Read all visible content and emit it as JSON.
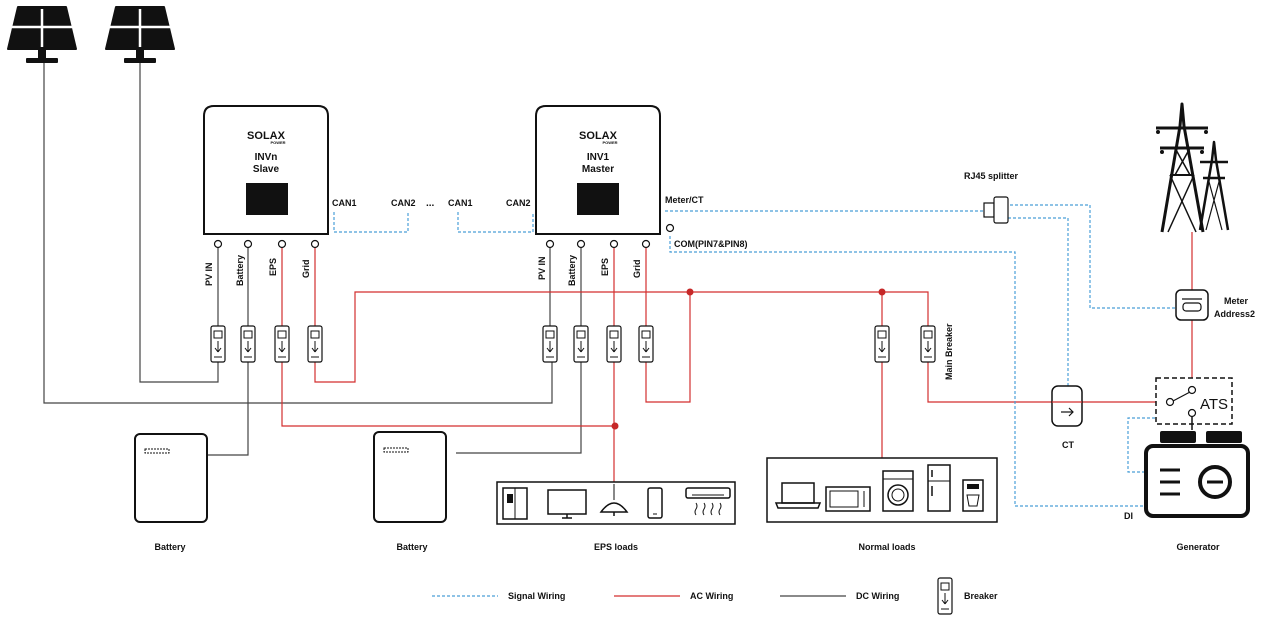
{
  "colors": {
    "ac": "#d32f2f",
    "dc": "#444444",
    "signal": "#4a9fd8"
  },
  "inverter_slave": {
    "brand": "SOLAX",
    "brand_sub": "POWER",
    "name": "INVn",
    "role": "Slave",
    "can1": "CAN1",
    "can2": "CAN2"
  },
  "inverter_master": {
    "brand": "SOLAX",
    "brand_sub": "POWER",
    "name": "INV1",
    "role": "Master",
    "can1": "CAN1",
    "can2": "CAN2",
    "meter_ct": "Meter/CT",
    "com": "COM(PIN7&PIN8)"
  },
  "ellipsis": "...",
  "ports": {
    "pv_in": "PV IN",
    "battery": "Battery",
    "eps": "EPS",
    "grid": "Grid"
  },
  "main_breaker": "Main Breaker",
  "rj45": "RJ45 splitter",
  "meter": {
    "line1": "Meter",
    "line2": "Address2"
  },
  "ats": "ATS",
  "ct": "CT",
  "di": "DI",
  "captions": {
    "battery1": "Battery",
    "battery2": "Battery",
    "eps_loads": "EPS loads",
    "normal_loads": "Normal loads",
    "generator": "Generator"
  },
  "legend": {
    "signal": "Signal Wiring",
    "ac": "AC Wiring",
    "dc": "DC Wiring",
    "breaker": "Breaker"
  }
}
